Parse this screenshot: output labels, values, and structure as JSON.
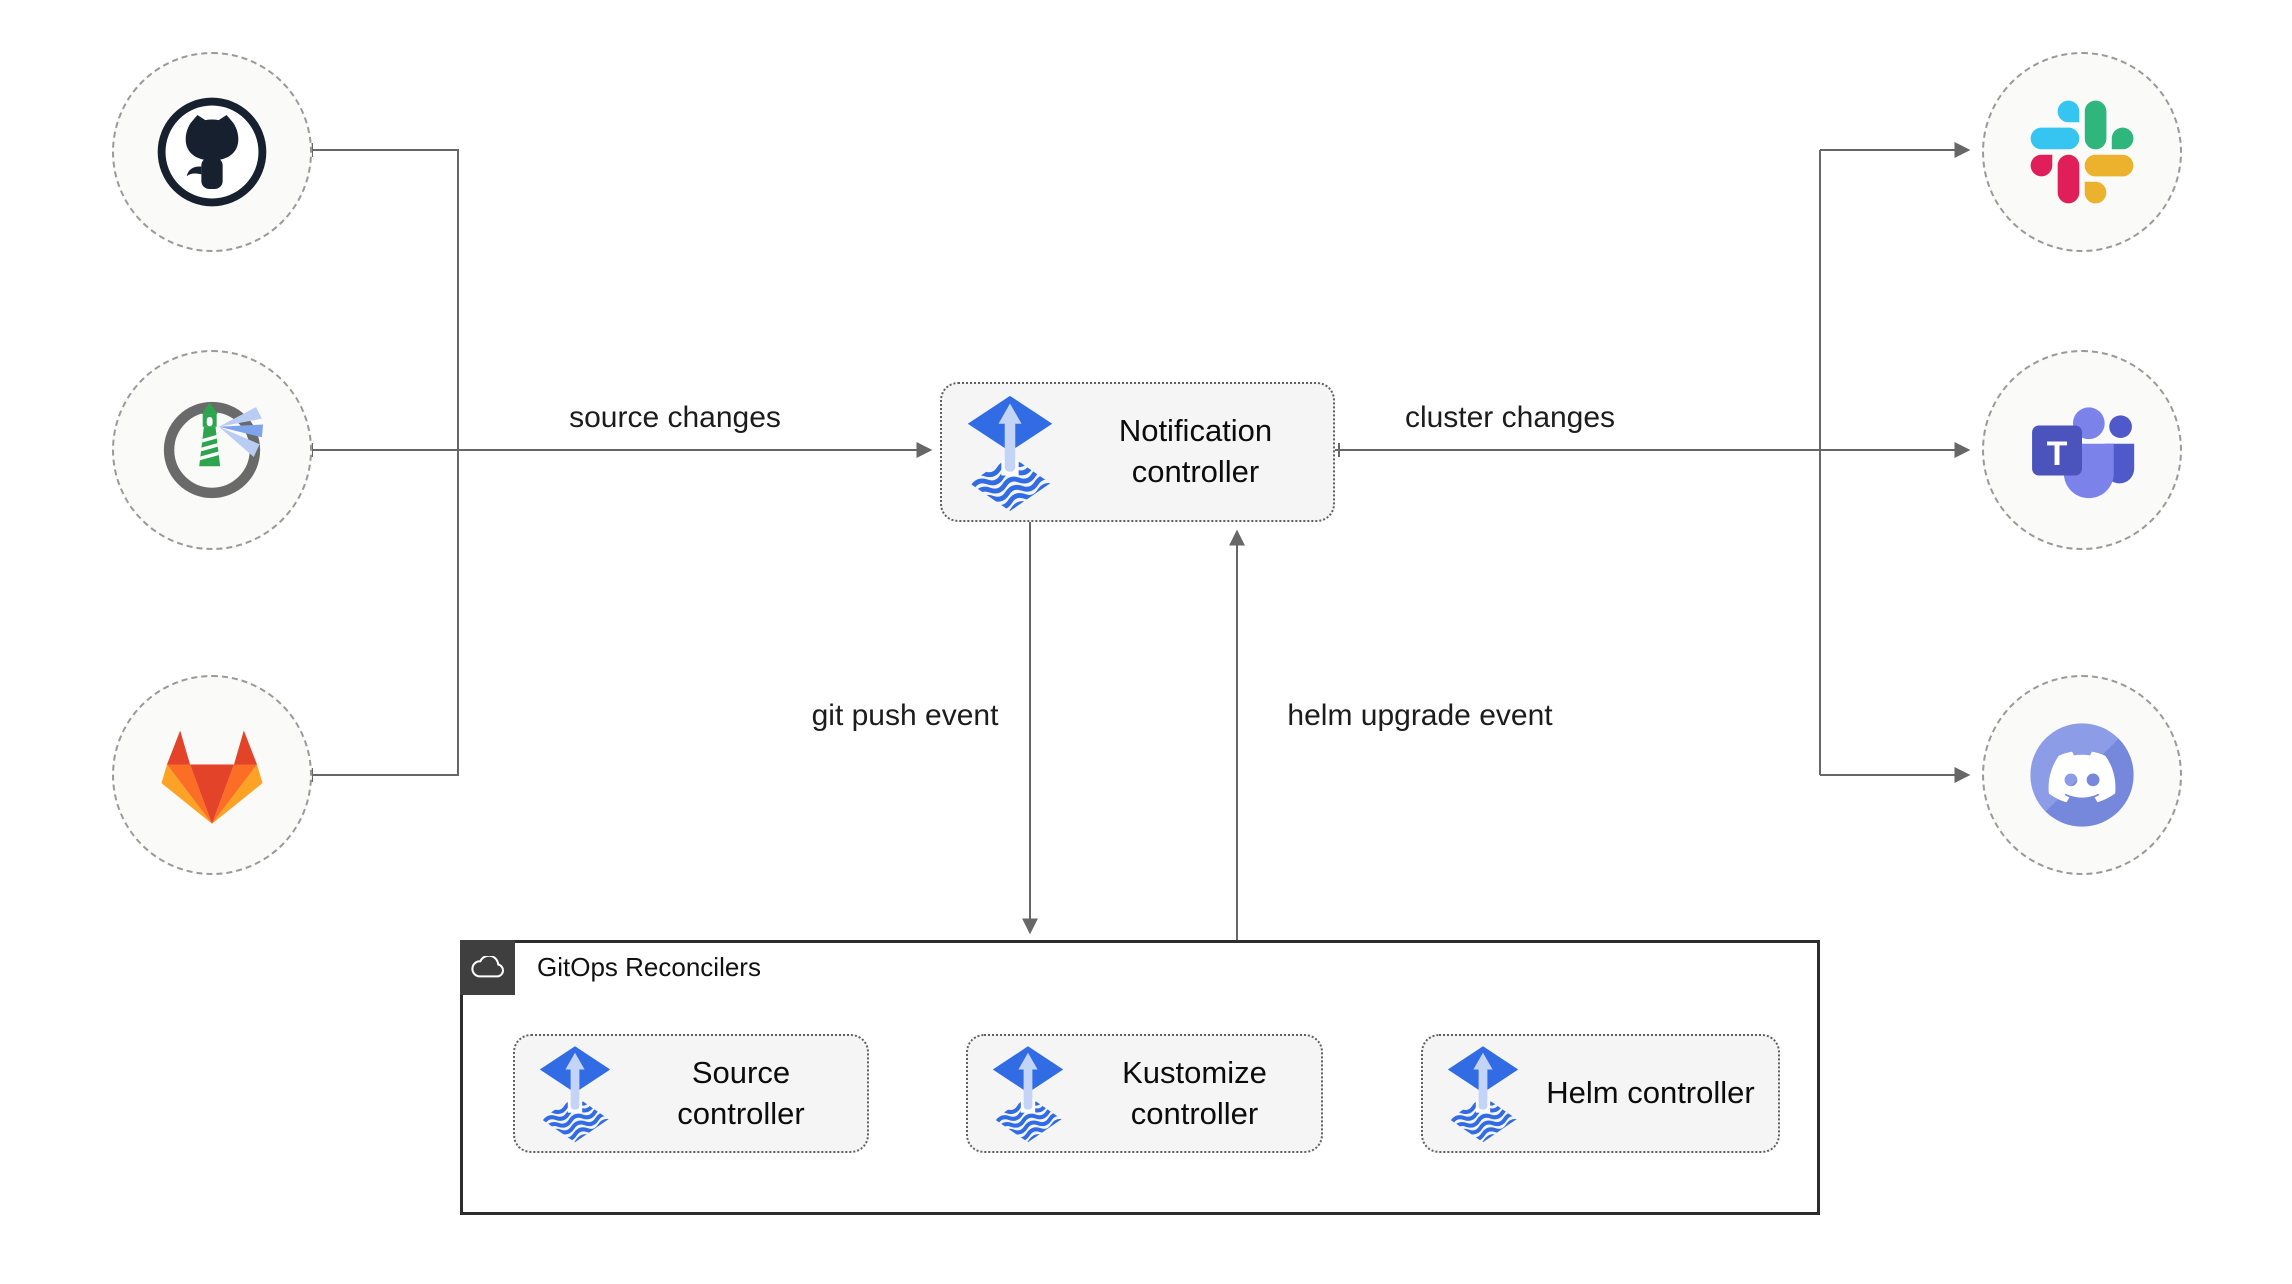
{
  "diagram": {
    "title_hint": "Flux notification controller architecture",
    "nodes": {
      "notification": {
        "label": "Notification controller"
      },
      "group": {
        "label": "GitOps Reconcilers"
      },
      "controllers": [
        {
          "label": "Source controller"
        },
        {
          "label": "Kustomize controller"
        },
        {
          "label": "Helm controller"
        }
      ]
    },
    "edges": {
      "source_changes": "source changes",
      "cluster_changes": "cluster changes",
      "git_push_event": "git push event",
      "helm_upgrade_event": "helm upgrade event"
    },
    "integrations": {
      "sources": [
        "github-icon",
        "harbor-icon",
        "gitlab-icon"
      ],
      "alert_targets": [
        "slack-icon",
        "teams-icon",
        "discord-icon"
      ]
    },
    "colors": {
      "flux_blue": "#316ce4",
      "flux_arrow_light": "#c3d4f7",
      "wire_gray": "#676767",
      "box_fill": "#f5f5f5",
      "circle_fill": "#fafaf8",
      "group_border": "#2d2d2d",
      "badge_bg": "#3f3f3f",
      "github_dark": "#16202e",
      "harbor_gray": "#6a6a6a",
      "harbor_green": "#2ea44f",
      "gitlab_red": "#e24329",
      "gitlab_orange": "#fc6d26",
      "gitlab_yellow": "#fca326",
      "slack_blue": "#36C5F0",
      "slack_green": "#2EB67D",
      "slack_red": "#E01E5A",
      "slack_yellow": "#ECB22E",
      "teams_purple": "#4b53bc",
      "discord_blurple": "#7289da"
    }
  }
}
